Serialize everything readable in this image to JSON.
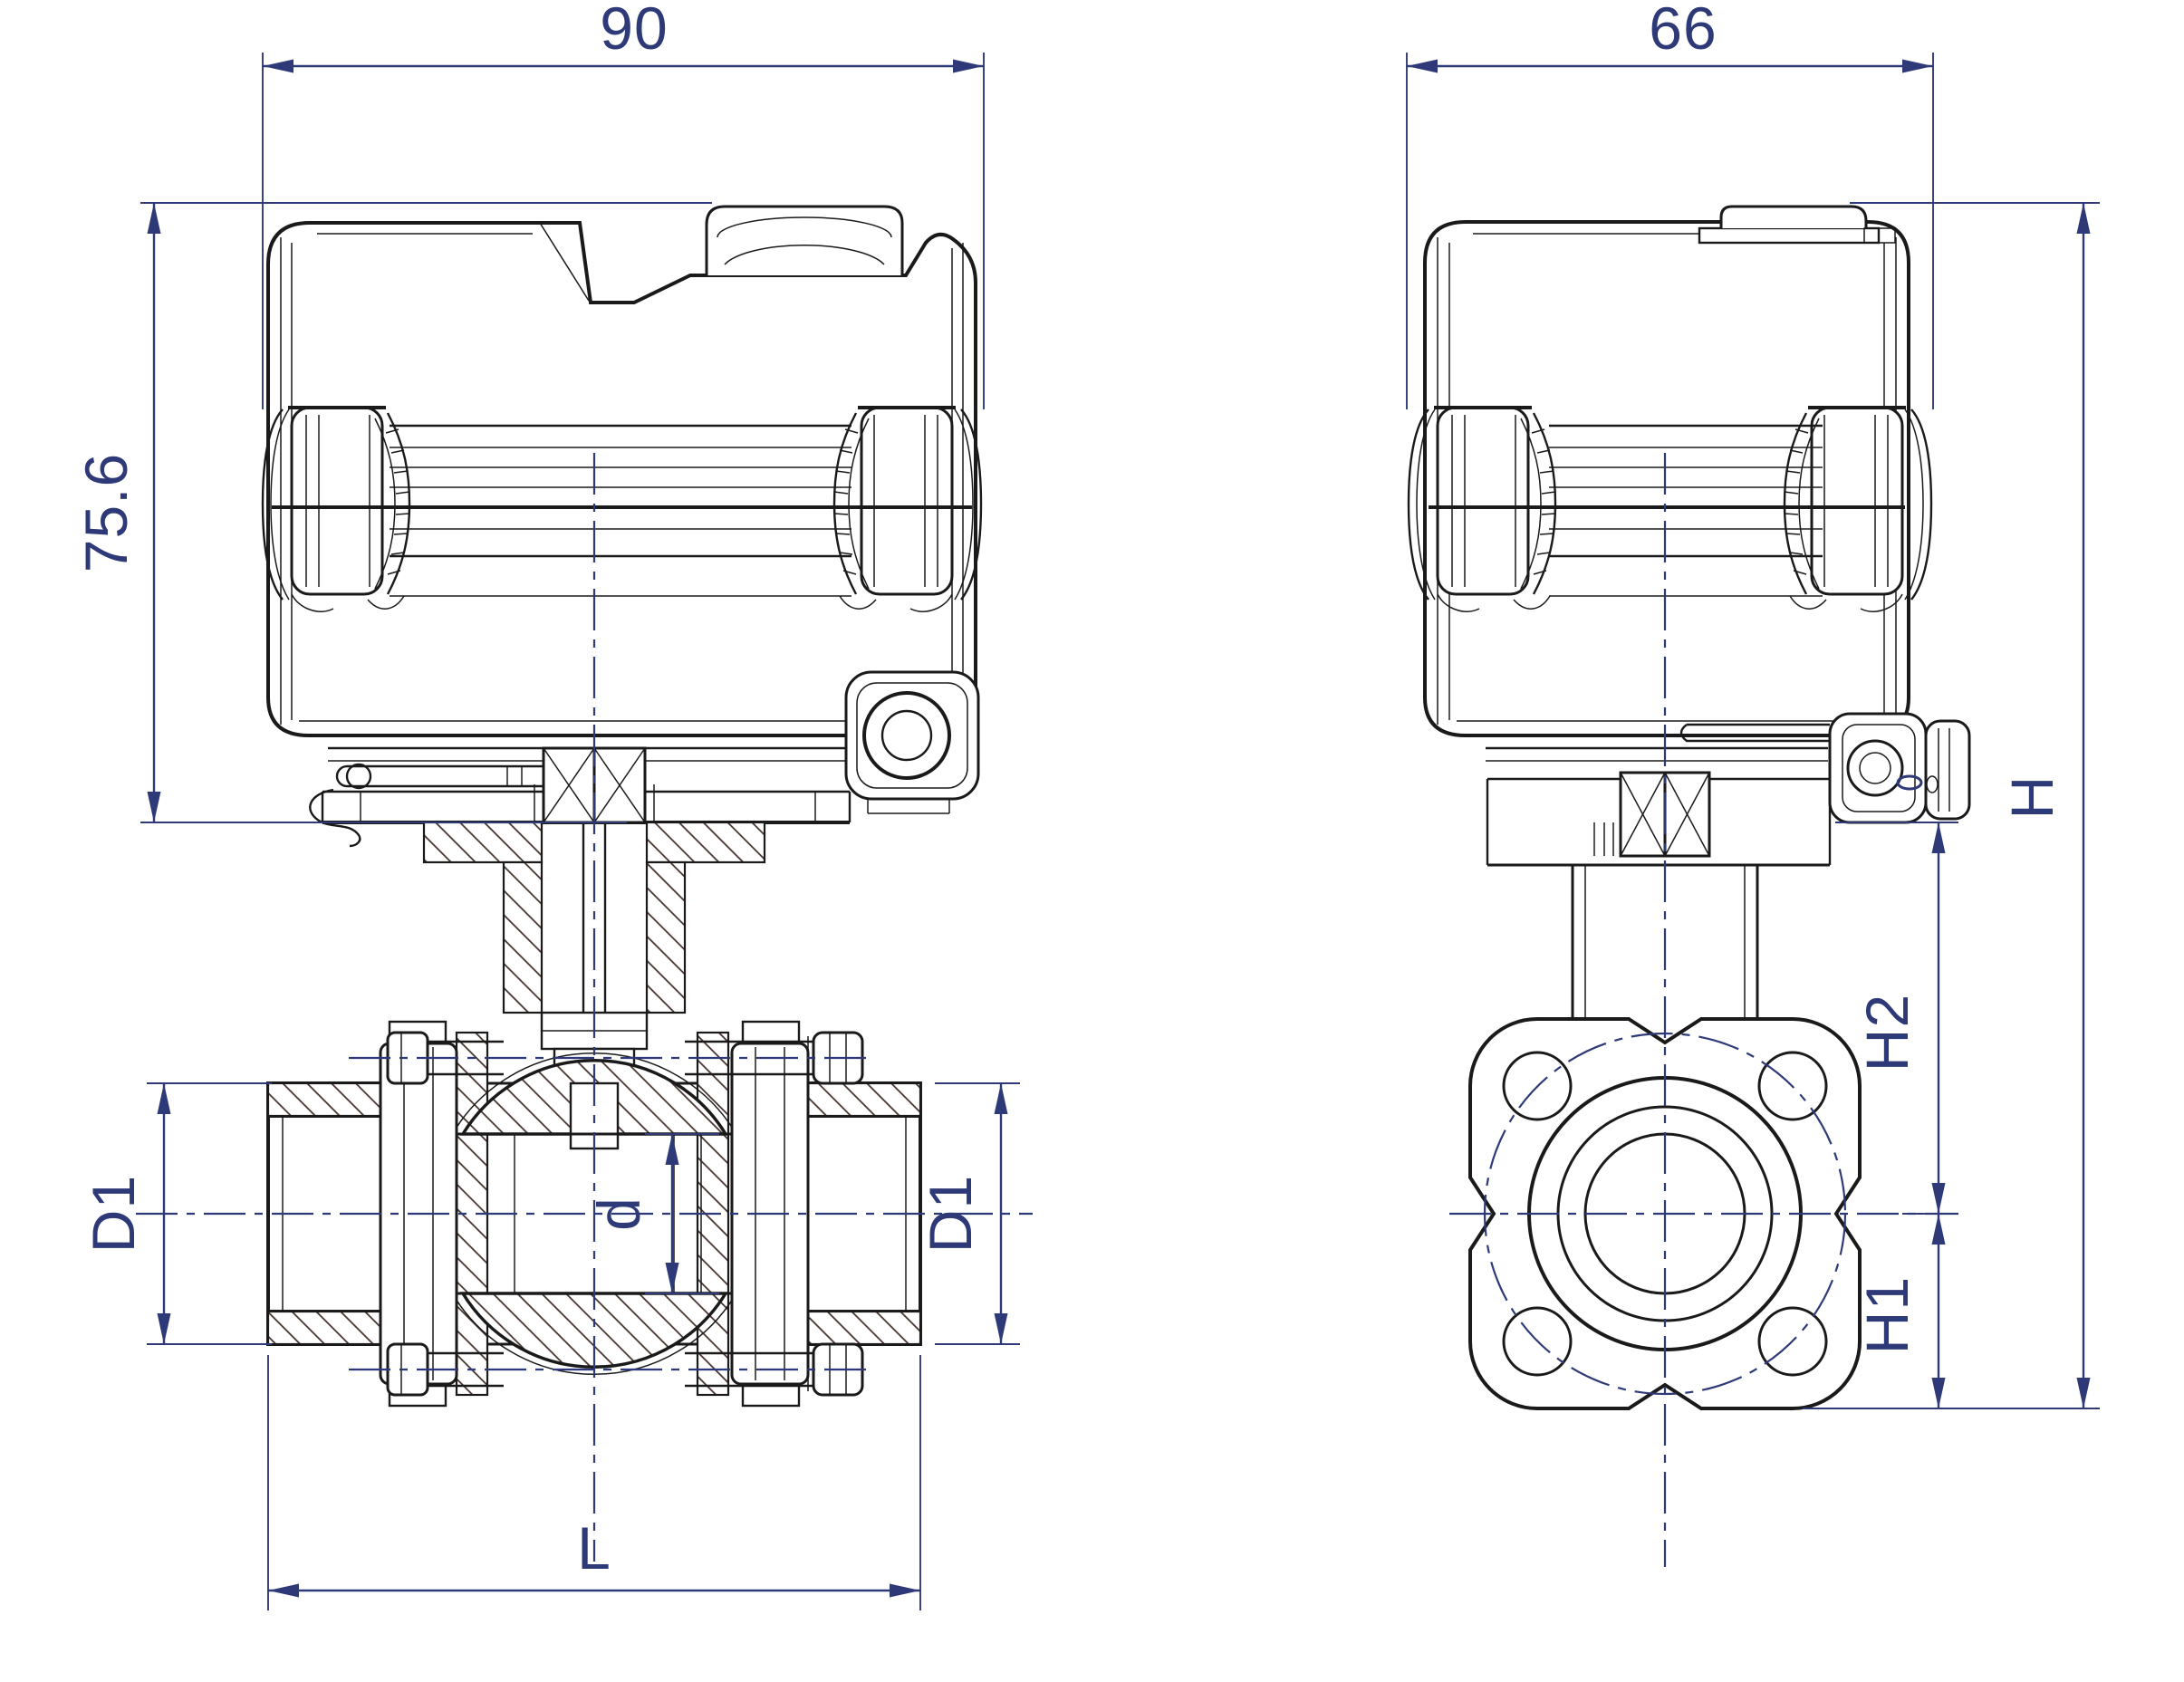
{
  "drawing": {
    "kind": "technical-dimension-drawing",
    "subject": "electric actuated 3-piece ball valve, front and side orthographic views",
    "colors": {
      "background": "#ffffff",
      "outline": "#1a1a1a",
      "hatch": "#3d2a24",
      "dimension": "#2e3a78"
    },
    "front_view": {
      "dims": {
        "width": "90",
        "actuator_height": "75.6",
        "port_od_left": "D1",
        "bore": "d",
        "port_od_right": "D1",
        "length": "L"
      }
    },
    "side_view": {
      "dims": {
        "width": "66",
        "total_height": "H",
        "center_height": "H2",
        "lower_height": "H1"
      }
    }
  }
}
